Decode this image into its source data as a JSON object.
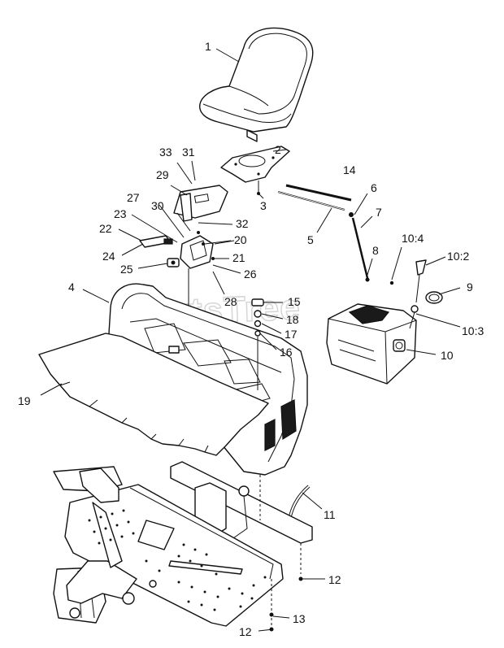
{
  "watermark": "PartsTree",
  "callouts": [
    {
      "id": "c1",
      "text": "1"
    },
    {
      "id": "c2",
      "text": "2"
    },
    {
      "id": "c3",
      "text": "3"
    },
    {
      "id": "c4",
      "text": "4"
    },
    {
      "id": "c5",
      "text": "5"
    },
    {
      "id": "c6",
      "text": "6"
    },
    {
      "id": "c7",
      "text": "7"
    },
    {
      "id": "c8",
      "text": "8"
    },
    {
      "id": "c9",
      "text": "9"
    },
    {
      "id": "c10",
      "text": "10"
    },
    {
      "id": "c10-2",
      "text": "10:2"
    },
    {
      "id": "c10-3",
      "text": "10:3"
    },
    {
      "id": "c10-4",
      "text": "10:4"
    },
    {
      "id": "c11",
      "text": "11"
    },
    {
      "id": "c12a",
      "text": "12"
    },
    {
      "id": "c12b",
      "text": "12"
    },
    {
      "id": "c13",
      "text": "13"
    },
    {
      "id": "c14",
      "text": "14"
    },
    {
      "id": "c15",
      "text": "15"
    },
    {
      "id": "c16",
      "text": "16"
    },
    {
      "id": "c17",
      "text": "17"
    },
    {
      "id": "c18",
      "text": "18"
    },
    {
      "id": "c19",
      "text": "19"
    },
    {
      "id": "c20",
      "text": "20"
    },
    {
      "id": "c21",
      "text": "21"
    },
    {
      "id": "c22",
      "text": "22"
    },
    {
      "id": "c23",
      "text": "23"
    },
    {
      "id": "c24",
      "text": "24"
    },
    {
      "id": "c25",
      "text": "25"
    },
    {
      "id": "c26",
      "text": "26"
    },
    {
      "id": "c27",
      "text": "27"
    },
    {
      "id": "c28",
      "text": "28"
    },
    {
      "id": "c29",
      "text": "29"
    },
    {
      "id": "c30",
      "text": "30"
    },
    {
      "id": "c31",
      "text": "31"
    },
    {
      "id": "c32",
      "text": "32"
    },
    {
      "id": "c33",
      "text": "33"
    }
  ]
}
